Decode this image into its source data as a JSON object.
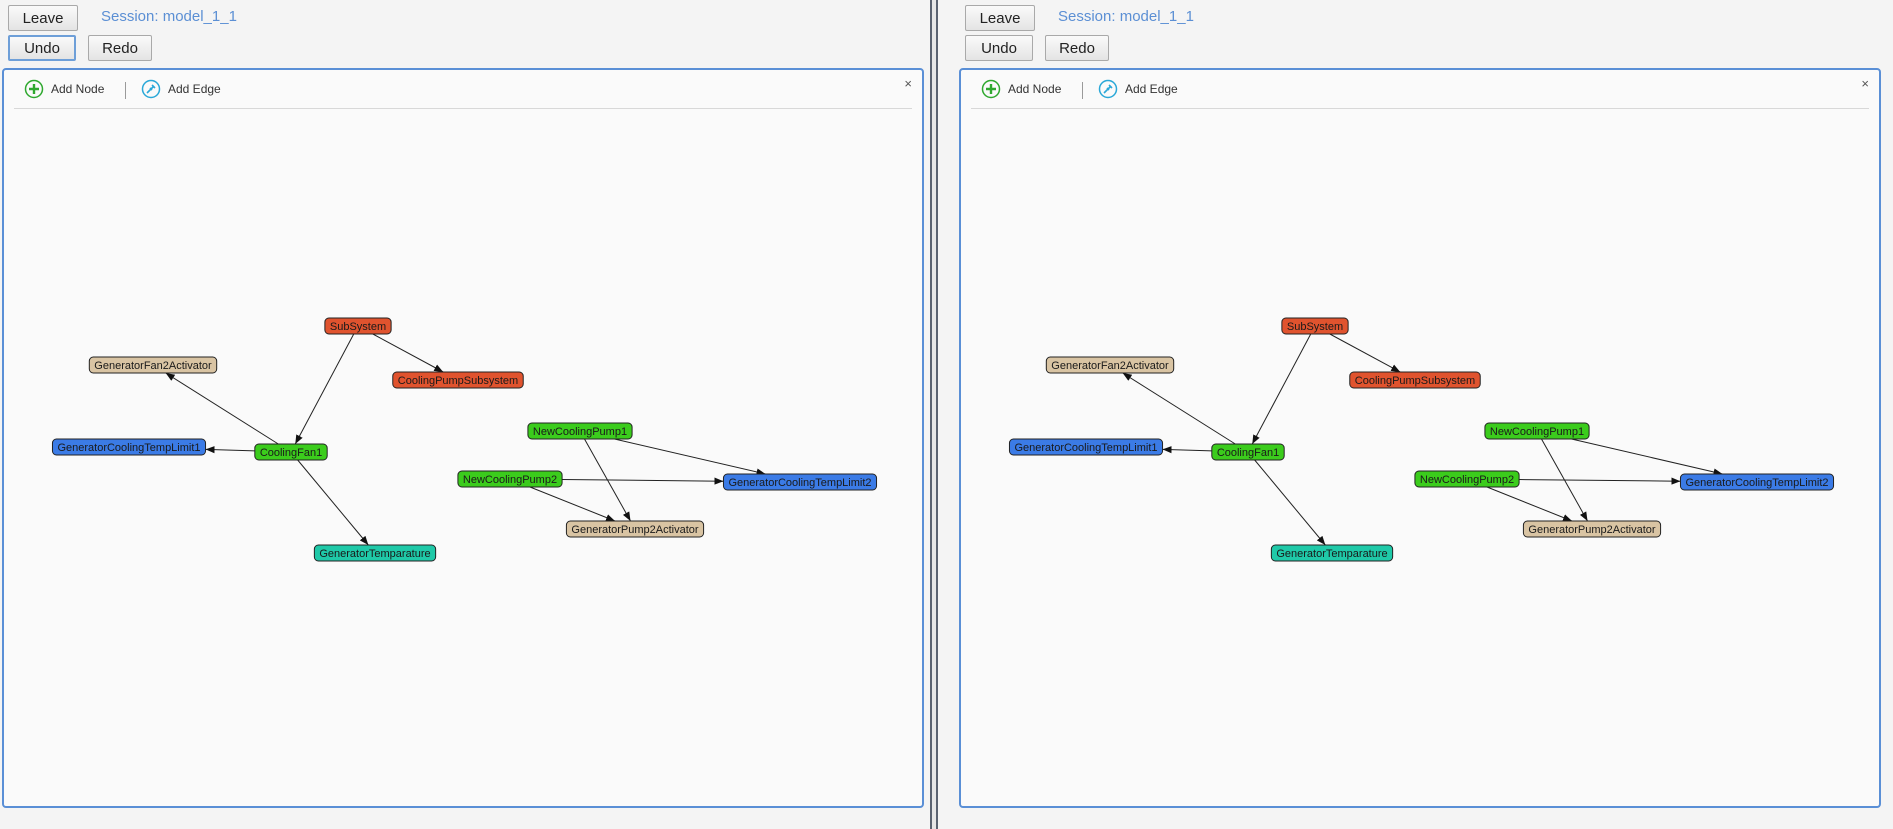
{
  "panes": [
    {
      "leave_label": "Leave",
      "session_text": "Session: model_1_1",
      "undo_label": "Undo",
      "redo_label": "Redo",
      "add_node_label": "Add Node",
      "add_edge_label": "Add Edge",
      "close_glyph": "×"
    },
    {
      "leave_label": "Leave",
      "session_text": "Session: model_1_1",
      "undo_label": "Undo",
      "redo_label": "Redo",
      "add_node_label": "Add Node",
      "add_edge_label": "Add Edge",
      "close_glyph": "×"
    }
  ],
  "graph": {
    "node_colors": {
      "orange": "#e0532e",
      "tan": "#d9c4a3",
      "blue": "#3b7be6",
      "green": "#3bcc1c",
      "teal": "#1fc9a8"
    },
    "nodes": [
      {
        "id": "SubSystem",
        "label": "SubSystem",
        "color": "orange"
      },
      {
        "id": "GeneratorFan2Activator",
        "label": "GeneratorFan2Activator",
        "color": "tan"
      },
      {
        "id": "CoolingPumpSubsystem",
        "label": "CoolingPumpSubsystem",
        "color": "orange"
      },
      {
        "id": "NewCoolingPump1",
        "label": "NewCoolingPump1",
        "color": "green"
      },
      {
        "id": "GeneratorCoolingTempLimit1",
        "label": "GeneratorCoolingTempLimit1",
        "color": "blue"
      },
      {
        "id": "CoolingFan1",
        "label": "CoolingFan1",
        "color": "green"
      },
      {
        "id": "NewCoolingPump2",
        "label": "NewCoolingPump2",
        "color": "green"
      },
      {
        "id": "GeneratorCoolingTempLimit2",
        "label": "GeneratorCoolingTempLimit2",
        "color": "blue"
      },
      {
        "id": "GeneratorPump2Activator",
        "label": "GeneratorPump2Activator",
        "color": "tan"
      },
      {
        "id": "GeneratorTemparature",
        "label": "GeneratorTemparature",
        "color": "teal"
      }
    ],
    "edges": [
      {
        "from": "SubSystem",
        "to": "CoolingPumpSubsystem"
      },
      {
        "from": "SubSystem",
        "to": "CoolingFan1"
      },
      {
        "from": "CoolingFan1",
        "to": "GeneratorFan2Activator"
      },
      {
        "from": "CoolingFan1",
        "to": "GeneratorCoolingTempLimit1"
      },
      {
        "from": "CoolingFan1",
        "to": "GeneratorTemparature"
      },
      {
        "from": "NewCoolingPump1",
        "to": "GeneratorCoolingTempLimit2"
      },
      {
        "from": "NewCoolingPump1",
        "to": "GeneratorPump2Activator"
      },
      {
        "from": "NewCoolingPump2",
        "to": "GeneratorCoolingTempLimit2"
      },
      {
        "from": "NewCoolingPump2",
        "to": "GeneratorPump2Activator"
      }
    ]
  }
}
